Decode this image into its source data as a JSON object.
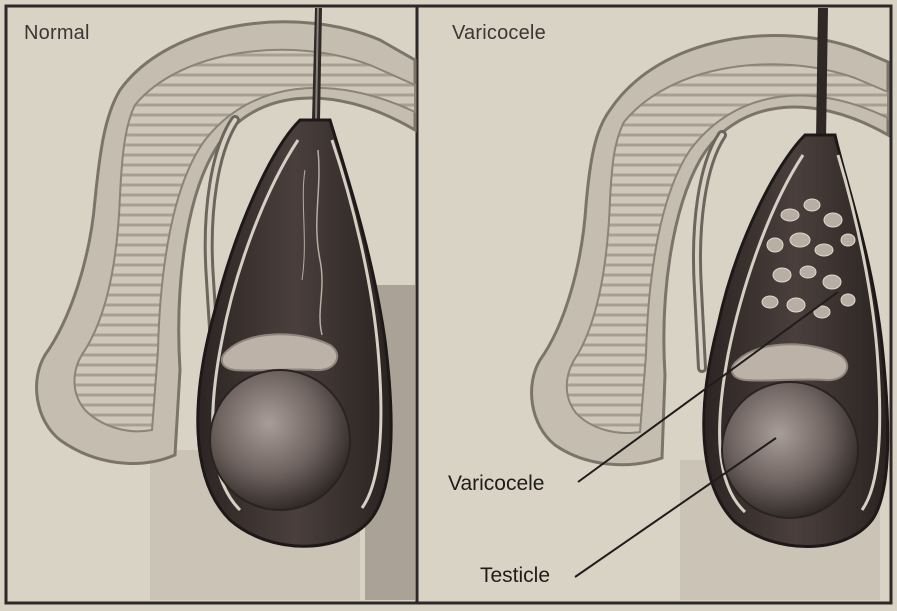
{
  "panels": [
    {
      "label": "Normal"
    },
    {
      "label": "Varicocele"
    }
  ],
  "callouts": {
    "varicocele": "Varicocele",
    "testicle": "Testicle"
  },
  "colors": {
    "paper": "#d9d3c6",
    "frame": "#2b2a28",
    "tissue_light": "#c9c2b4",
    "tissue_mid": "#9d9588",
    "sac_dark": "#3a3230",
    "testis": "#7a6f6a"
  }
}
